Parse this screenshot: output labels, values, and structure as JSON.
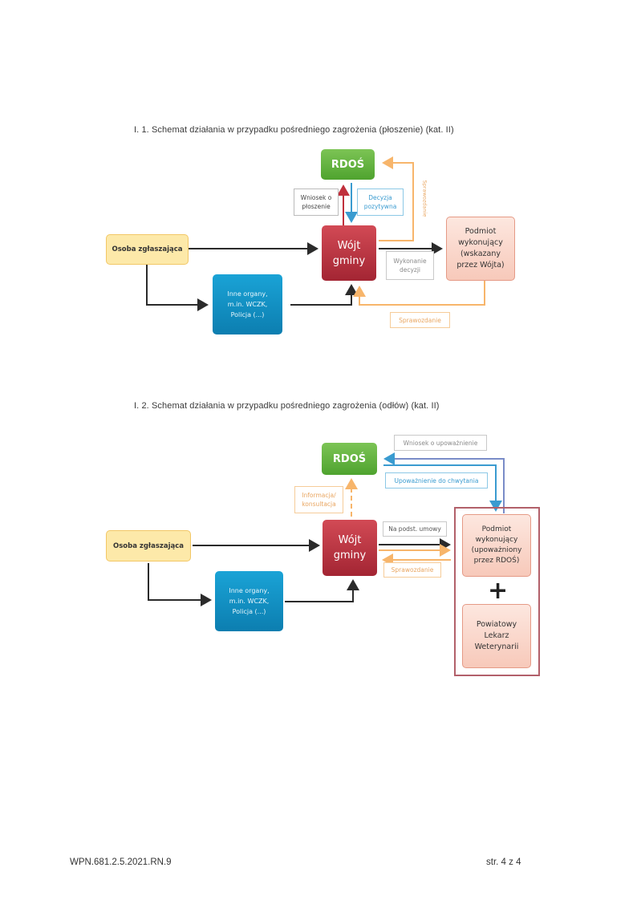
{
  "diagram1": {
    "title": "I. 1. Schemat działania w przypadku pośredniego zagrożenia (płoszenie) (kat. II)",
    "osoba": "Osoba zgłaszająca",
    "rdos": "RDOŚ",
    "wojt_line1": "Wójt",
    "wojt_line2": "gminy",
    "inne_line1": "Inne organy,",
    "inne_line2": "m.in. WCZK,",
    "inne_line3": "Policja (...)",
    "podmiot_line1": "Podmiot",
    "podmiot_line2": "wykonujący",
    "podmiot_line3": "(wskazany",
    "podmiot_line4": "przez Wójta)",
    "wniosek_line1": "Wniosek o",
    "wniosek_line2": "płoszenie",
    "decyzja_line1": "Decyzja",
    "decyzja_line2": "pozytywna",
    "wykonanie_line1": "Wykonanie",
    "wykonanie_line2": "decyzji",
    "sprawozdanie": "Sprawozdanie",
    "sprawozdanie_vertical": "Sprawozdanie"
  },
  "diagram2": {
    "title": "I. 2. Schemat działania w przypadku pośredniego zagrożenia (odłów) (kat. II)",
    "osoba": "Osoba zgłaszająca",
    "rdos": "RDOŚ",
    "wojt_line1": "Wójt",
    "wojt_line2": "gminy",
    "inne_line1": "Inne organy,",
    "inne_line2": "m.in. WCZK,",
    "inne_line3": "Policja (...)",
    "podmiot_line1": "Podmiot",
    "podmiot_line2": "wykonujący",
    "podmiot_line3": "(upoważniony",
    "podmiot_line4": "przez RDOŚ)",
    "lekarz_line1": "Powiatowy",
    "lekarz_line2": "Lekarz",
    "lekarz_line3": "Weterynarii",
    "wniosek_upowaznienie": "Wniosek o upoważnienie",
    "upowaznienie_chwytania": "Upoważnienie do chwytania",
    "informacja_line1": "Informacja/",
    "informacja_line2": "konsultacja",
    "na_podst_umowy": "Na podst. umowy",
    "sprawozdanie": "Sprawozdanie",
    "plus": "+"
  },
  "footer": {
    "doc_id": "WPN.681.2.5.2021.RN.9",
    "page": "str. 4 z 4"
  },
  "colors": {
    "rdos_green": "#5cb338",
    "wojt_red": "#b8303e",
    "inne_blue": "#1090c4",
    "osoba_yellow": "#fde9a9",
    "podmiot_pink": "#f9d3c6",
    "arrow_orange": "#f7b56b",
    "arrow_blue": "#3a9bd0",
    "arrow_dark": "#2b2b2b",
    "frame_red": "#b2606a"
  }
}
